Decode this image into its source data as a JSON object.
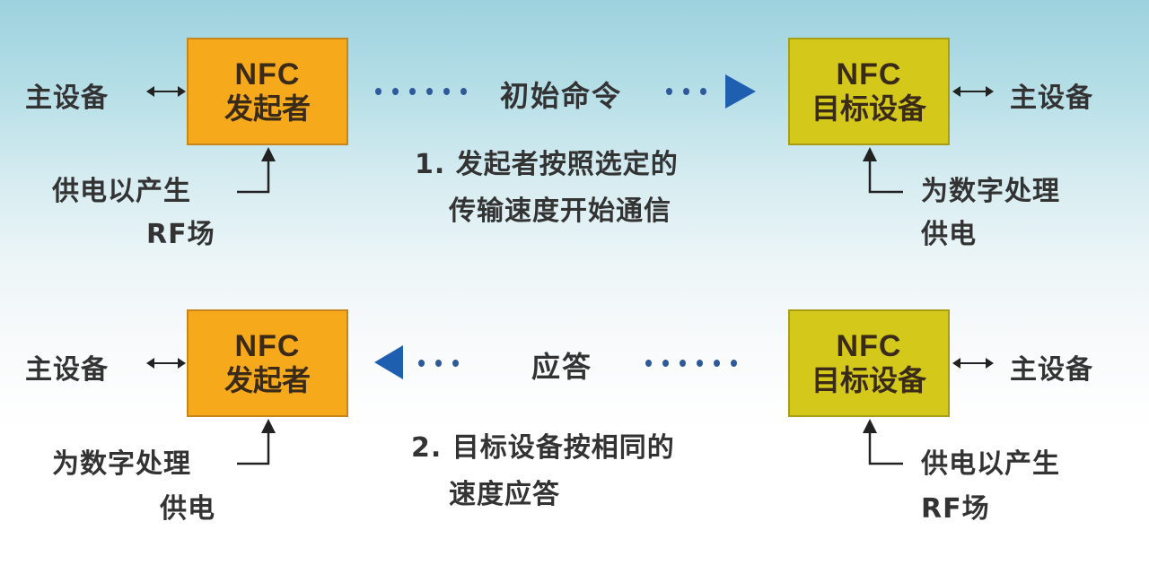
{
  "colors": {
    "initiator_box": "#f7a91c",
    "target_box": "#d4c91a",
    "arrow_blue": "#1f5fb0",
    "dot_blue": "#2f5a9a",
    "background_top": "#9dd2de",
    "background_bottom": "#ffffff"
  },
  "step1": {
    "left_host_label": "主设备",
    "initiator": {
      "line1": "NFC",
      "line2": "发起者"
    },
    "initiator_power": {
      "line1": "供电以产生",
      "line2": "RF场"
    },
    "message_label": "初始命令",
    "message_direction": "initiator-to-target",
    "description": {
      "line1": "1. 发起者按照选定的",
      "line2": "传输速度开始通信"
    },
    "target": {
      "line1": "NFC",
      "line2": "目标设备"
    },
    "target_power": {
      "line1": "为数字处理",
      "line2": "供电"
    },
    "right_host_label": "主设备"
  },
  "step2": {
    "left_host_label": "主设备",
    "initiator": {
      "line1": "NFC",
      "line2": "发起者"
    },
    "initiator_power": {
      "line1": "为数字处理",
      "line2": "供电"
    },
    "message_label": "应答",
    "message_direction": "target-to-initiator",
    "description": {
      "line1": "2. 目标设备按相同的",
      "line2": "速度应答"
    },
    "target": {
      "line1": "NFC",
      "line2": "目标设备"
    },
    "target_power": {
      "line1": "供电以产生",
      "line2": "RF场"
    },
    "right_host_label": "主设备"
  },
  "icons": {
    "double_arrow": "double-headed-arrow-icon",
    "power_arrow": "elbow-up-arrow-icon",
    "message_arrow": "triangle-arrow-icon"
  }
}
